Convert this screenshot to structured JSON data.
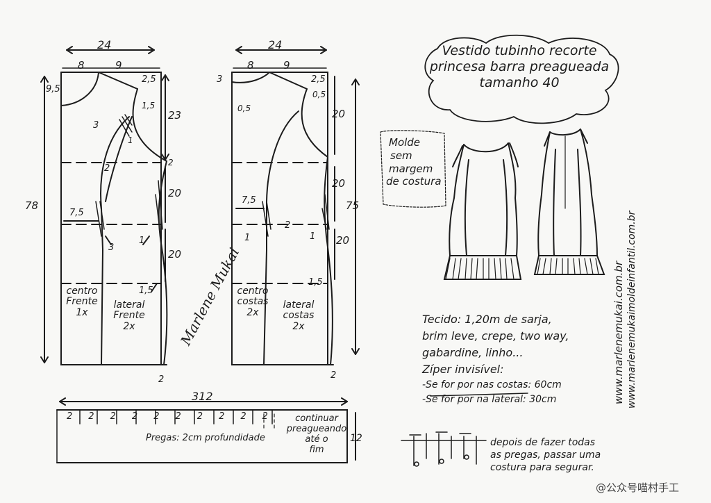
{
  "title": {
    "line1": "Vestido tubinho recorte",
    "line2": "princesa barra preagueada",
    "line3": "tamanho 40"
  },
  "note_box": [
    "Molde",
    "sem",
    "margem",
    "de costura"
  ],
  "front": {
    "width_total": "24",
    "neck_width": "8",
    "shoulder_width": "9",
    "shoulder_drop": "2,5",
    "neck_depth": "9,5",
    "armhole": "23",
    "total_length": "78",
    "hip": "20",
    "lower": "20",
    "dart": "7,5",
    "m15": "1,5",
    "m3": "3",
    "m1": "1",
    "m2": "2",
    "m2b": "2",
    "m3b": "3",
    "m1b": "1",
    "m15b": "1,5",
    "bottom_mark": "2",
    "piece_center": [
      "centro",
      "Frente",
      "1x"
    ],
    "piece_side": [
      "lateral",
      "Frente",
      "2x"
    ]
  },
  "back": {
    "width_total": "24",
    "neck_width": "8",
    "shoulder_width": "9",
    "neck_mark": "3",
    "shoulder_drop": "2,5",
    "m05a": "0,5",
    "m05b": "0,5",
    "armhole": "20",
    "total_length": "75",
    "hip": "20",
    "lower": "20",
    "dart": "7,5",
    "m1": "1",
    "m2": "2",
    "m1b": "1",
    "m15": "1,5",
    "bottom_mark": "2",
    "piece_center": [
      "centro",
      "costas",
      "2x"
    ],
    "piece_side": [
      "lateral",
      "costas",
      "2x"
    ]
  },
  "pleats": {
    "total": "312",
    "marks": [
      "2",
      "2",
      "2",
      "2",
      "2",
      "2",
      "2",
      "2",
      "2",
      "2"
    ],
    "note": "Pregas: 2cm profundidade",
    "continue": [
      "continuar",
      "preagueando",
      "até o",
      "fim"
    ],
    "height": "12"
  },
  "materials": {
    "line1": "Tecido: 1,20m de sarja,",
    "line2": "brim leve, crepe, two way,",
    "line3": "gabardine, linho...",
    "zipper": "Zíper invisível:",
    "back": "-Se for por nas costas: 60cm",
    "side": "-Se for por na lateral: 30cm"
  },
  "after_note": [
    "depois de fazer todas",
    "as pregas, passar uma",
    "costura para segurar."
  ],
  "urls": [
    "www.marlenemukai.com.br",
    "www.marlenemukaimoldeinfantil.com.br"
  ],
  "signature": "Marlene Mukai",
  "watermark": "@公众号喵村手工"
}
